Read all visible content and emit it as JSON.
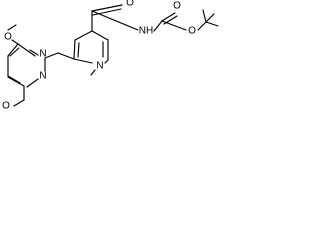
{
  "structure": {
    "colors": {
      "bond": "#000000",
      "text": "#000000",
      "background": "#ffffff"
    },
    "atoms": [
      {
        "id": "o_top",
        "label": "O"
      },
      {
        "id": "n_pyrim_1",
        "label": "N"
      },
      {
        "id": "n_pyrim_2",
        "label": "N"
      },
      {
        "id": "o_bottom",
        "label": "O"
      },
      {
        "id": "n_pyridine",
        "label": "N"
      },
      {
        "id": "o_amide",
        "label": "O"
      },
      {
        "id": "nh_amide",
        "label": "NH"
      },
      {
        "id": "o_ester_co",
        "label": "O"
      },
      {
        "id": "o_ester",
        "label": "O"
      }
    ]
  }
}
